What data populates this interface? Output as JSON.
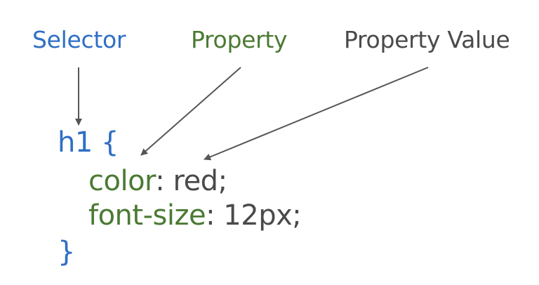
{
  "colors": {
    "blue": "#2f6fc4",
    "green": "#4b7a33",
    "gray": "#4a4a4a",
    "arrow": "#555555"
  },
  "labels": {
    "selector": "Selector",
    "property": "Property",
    "property_value": "Property Value"
  },
  "code": {
    "line1_selector": "h1",
    "line1_brace": "{",
    "line2_property": "color",
    "line2_colon": ":",
    "line2_value": "red;",
    "line3_property": "font-size",
    "line3_colon": ":",
    "line3_value": "12px;",
    "line4_brace": "}"
  }
}
